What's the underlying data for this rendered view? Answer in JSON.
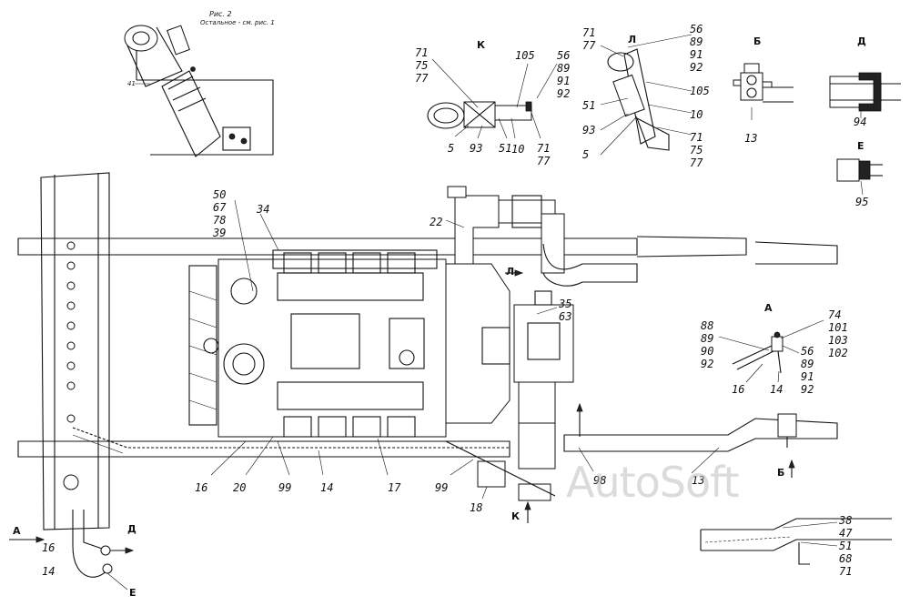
{
  "figure2": {
    "title": "Рис. 2",
    "subtitle": "Остальное - см. рис. 1",
    "label_41": "41"
  },
  "view_letters": {
    "K": "К",
    "L": "Л",
    "B": "Б",
    "D": "Д",
    "E": "Е",
    "A": "А"
  },
  "watermark": "AutoSoft",
  "labels": {
    "view_k": {
      "l71": "71",
      "l75": "75",
      "l77": "77",
      "l105": "105",
      "l56": "56",
      "l89": "89",
      "l91": "91",
      "l92": "92",
      "l5": "5",
      "l93": "93",
      "l51": "51",
      "l10": "10",
      "l71b": "71",
      "l77b": "77"
    },
    "view_l": {
      "l71": "71",
      "l77": "77",
      "l56": "56",
      "l89": "89",
      "l91": "91",
      "l92": "92",
      "l105": "105",
      "l51": "51",
      "l10": "10",
      "l93": "93",
      "l5": "5",
      "l71b": "71",
      "l75": "75",
      "l77b": "77"
    },
    "view_b": {
      "l13": "13"
    },
    "view_d": {
      "l94": "94"
    },
    "view_e": {
      "l95": "95"
    },
    "view_a": {
      "l88": "88",
      "l89": "89",
      "l90": "90",
      "l92": "92",
      "l74": "74",
      "l101": "101",
      "l103": "103",
      "l102": "102",
      "l56": "56",
      "l89b": "89",
      "l91": "91",
      "l92b": "92",
      "l16": "16",
      "l14": "14"
    },
    "main": {
      "l50": "50",
      "l67": "67",
      "l78": "78",
      "l39": "39",
      "l34": "34",
      "l22": "22",
      "l35": "35",
      "l63": "63",
      "l16": "16",
      "l20": "20",
      "l99": "99",
      "l14": "14",
      "l17": "17",
      "l99b": "99",
      "l18": "18",
      "l98": "98",
      "l13": "13"
    },
    "bottom_left": {
      "arrow_a": "А",
      "l16": "16",
      "l14": "14",
      "d": "Д",
      "e": "Е"
    },
    "bottom_right": {
      "l38": "38",
      "l47": "47",
      "l51": "51",
      "l68": "68",
      "l71": "71"
    },
    "arrows": {
      "k": "К",
      "b": "Б",
      "l": "Л"
    }
  }
}
